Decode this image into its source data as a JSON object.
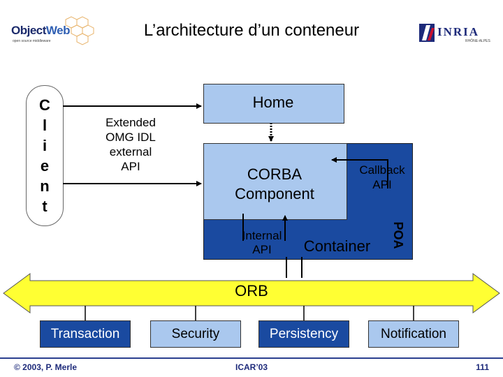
{
  "title": "L’architecture d’un conteneur",
  "logos": {
    "left": {
      "name": "Object",
      "accent": "Web",
      "tagline": "open source middleware"
    },
    "right": {
      "name": "INRIA",
      "tagline": "RHÔNE-ALPES"
    }
  },
  "client": {
    "letters": [
      "C",
      "l",
      "i",
      "e",
      "n",
      "t"
    ]
  },
  "labels": {
    "home": "Home",
    "corba_component": [
      "CORBA",
      "Component"
    ],
    "container": "Container",
    "internal_api": [
      "Internal",
      "API"
    ],
    "callback_api": [
      "Callback",
      "API"
    ],
    "poa": "POA",
    "extended_api": [
      "Extended",
      "OMG IDL",
      "external",
      "API"
    ],
    "orb": "ORB"
  },
  "services": [
    "Transaction",
    "Security",
    "Persistency",
    "Notification"
  ],
  "footer": {
    "left": "© 2003, P. Merle",
    "center": "ICAR’03",
    "right": "111"
  },
  "colors": {
    "light_blue": "#aac8ee",
    "dark_blue": "#1a4aa0",
    "orb_yellow": "#ffff33",
    "footer": "#1d2a7a"
  }
}
